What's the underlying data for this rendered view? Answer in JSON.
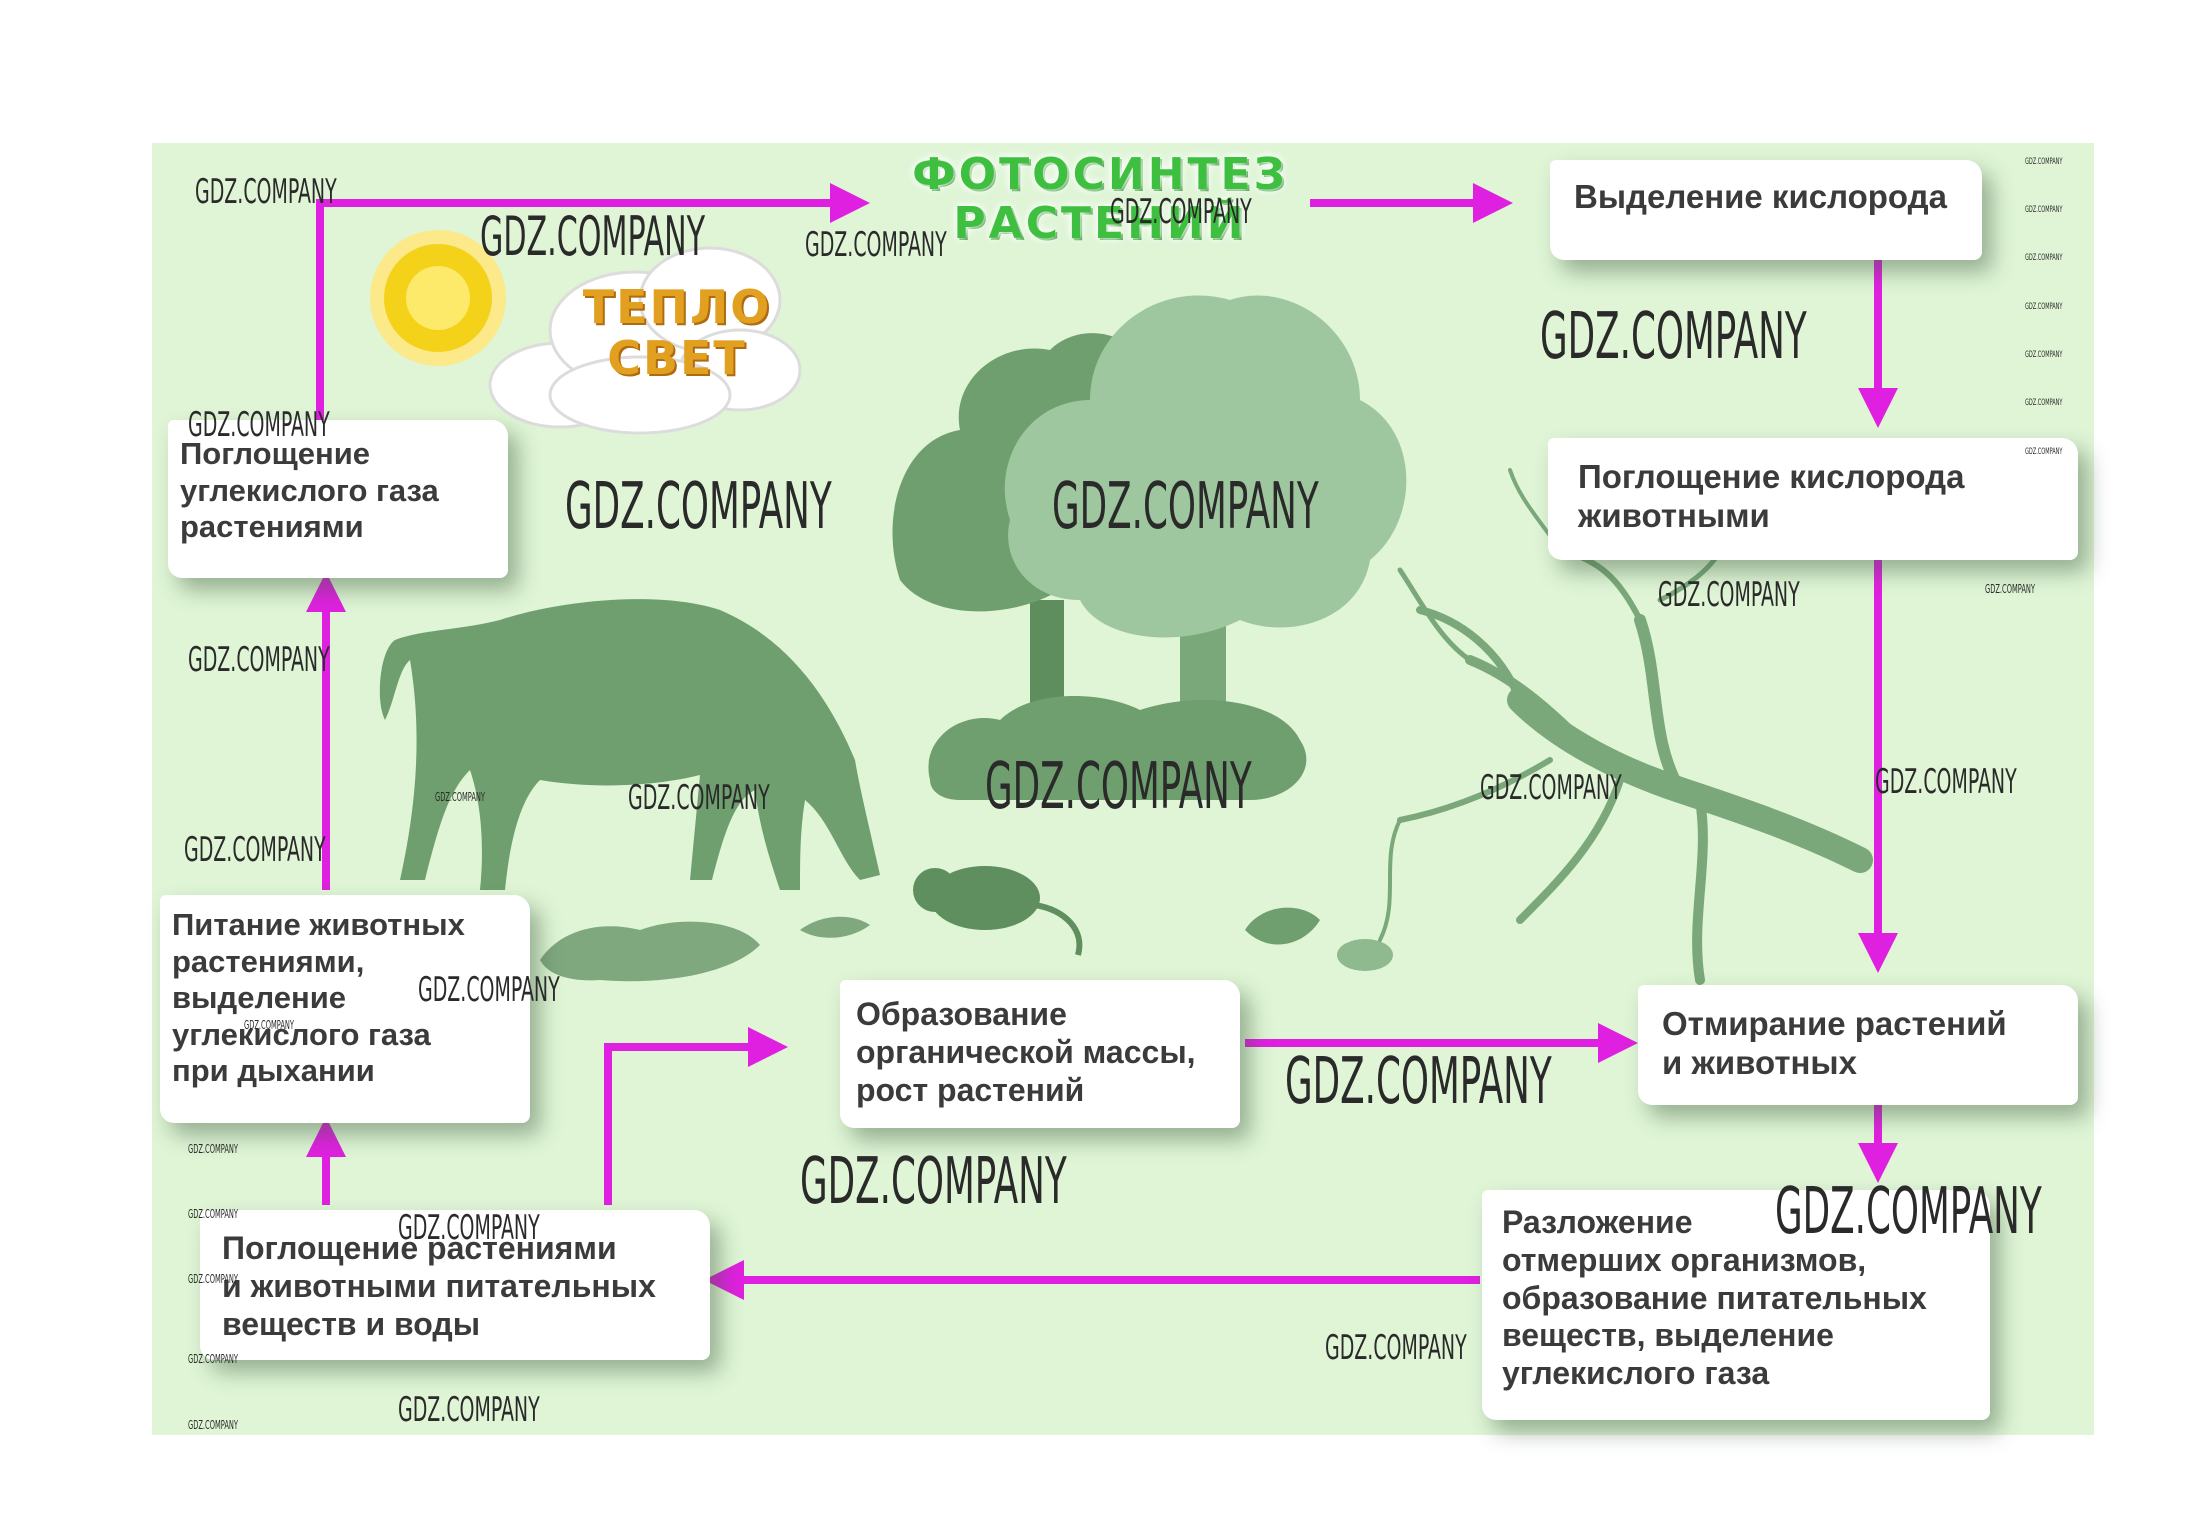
{
  "title": {
    "line1": "ФОТОСИНТЕЗ",
    "line2": "РАСТЕНИЙ"
  },
  "cloud_label": {
    "line1": "ТЕПЛО",
    "line2": "СВЕТ"
  },
  "boxes": {
    "oxygen_release": "Выделение кислорода",
    "oxygen_absorption": "Поглощение кислорода\nживотными",
    "death": "Отмирание растений\nи животных",
    "decomposition": "Разложение\nотмерших организмов,\nобразование питательных\nвеществ, выделение\nуглекислого газа",
    "nutrient_absorption": "Поглощение растениями\nи животными питательных\nвеществ и воды",
    "organic_mass": "Образование\nорганической массы,\nрост растений",
    "animal_feeding": "Питание животных\nрастениями,\nвыделение\nуглекислого газа\nпри дыхании",
    "co2_absorption": "Поглощение\nуглекислого газа\nрастениями"
  },
  "watermark": "GDZ.COMPANY",
  "colors": {
    "arrow": "#e020e0",
    "panel_bg": "#dff5d6",
    "silhouette": "#6f9f6f",
    "tree_light": "#8fb98f",
    "sun": "#f5d21a",
    "title_green": "#3fbf3f"
  },
  "icons": [
    "sun-icon",
    "cloud-icon",
    "bison-icon",
    "trees-icon",
    "mouse-icon",
    "fallen-tree-icon",
    "leaf-icon"
  ]
}
